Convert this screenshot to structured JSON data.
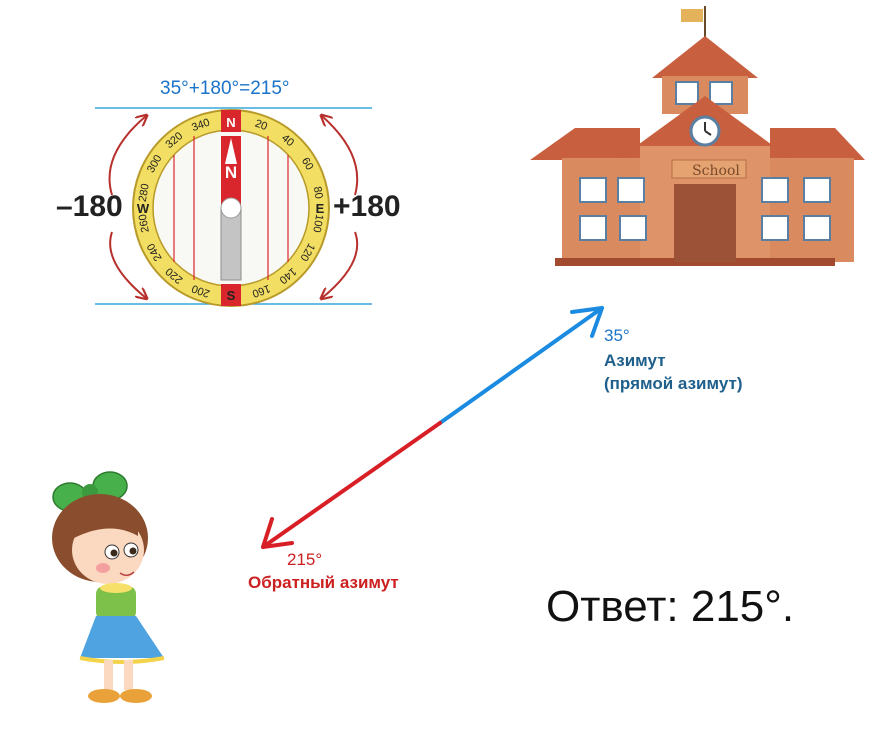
{
  "compass": {
    "formula": "35°+180°=215°",
    "left_label": "–180",
    "right_label": "+180",
    "north_letter": "N",
    "needle_letter": "N",
    "south_letter": "S",
    "west_letter": "W",
    "east_letter": "E",
    "dial_marks": [
      "20",
      "40",
      "60",
      "80",
      "100",
      "120",
      "140",
      "160",
      "200",
      "220",
      "240",
      "260",
      "280",
      "300",
      "320",
      "340"
    ]
  },
  "school": {
    "sign": "School"
  },
  "forward_azimuth": {
    "degrees": "35°",
    "title": "Азимут",
    "subtitle": "(прямой азимут)",
    "color": "#1a8be0"
  },
  "back_azimuth": {
    "degrees": "215°",
    "title": "Обратный азимут",
    "color": "#d81f26"
  },
  "answer": "Ответ: 215°.",
  "colors": {
    "compass_ring": "#f2de62",
    "compass_red": "#d9262c",
    "roof": "#c85f3f",
    "wall": "#d98a5f"
  }
}
